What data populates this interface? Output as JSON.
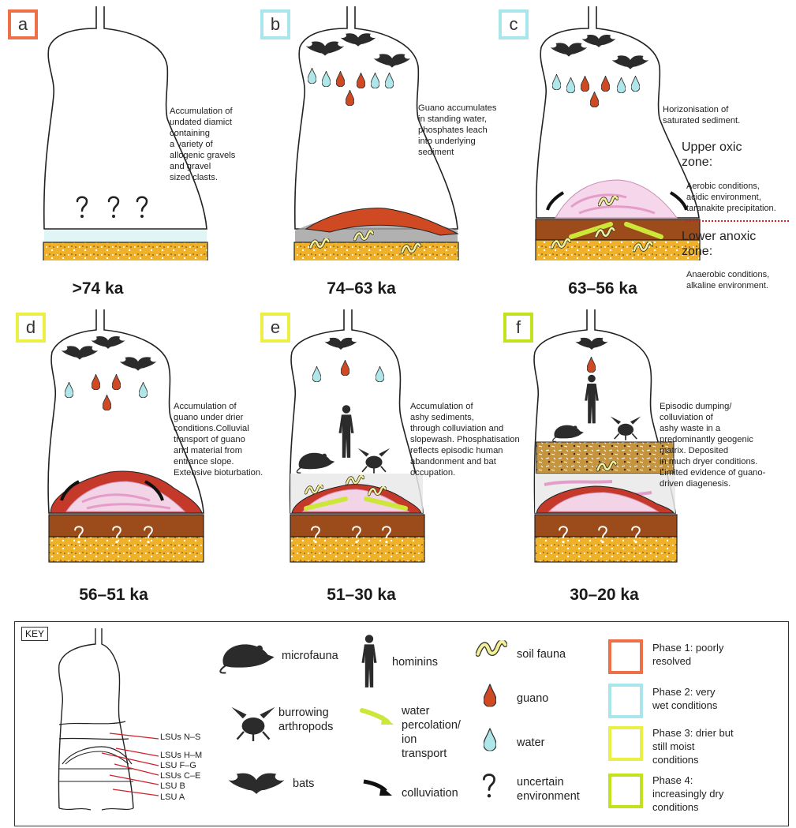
{
  "colors": {
    "phase1": "#ee7048",
    "phase2": "#a8e6ec",
    "phase3": "#ecef45",
    "phase4": "#c4e21b",
    "sediment_yellow": "#efb12a",
    "sediment_brown": "#9b4c1a",
    "guano_red": "#cf4a22",
    "water_blue": "#aee6ea",
    "soil_fauna": "#f4ef9a",
    "percolation": "#cde63a"
  },
  "panels": [
    {
      "letter": "a",
      "age": ">74 ka",
      "description": "Accumulation of\nundated diamict\ncontaining\na variety of\nallogenic gravels\nand gravel\nsized clasts."
    },
    {
      "letter": "b",
      "age": "74–63 ka",
      "description": "Guano accumulates\nin standing water,\nphosphates leach\ninto underlying\nsediment"
    },
    {
      "letter": "c",
      "age": "63–56 ka",
      "description": "Horizonisation of\nsaturated sediment."
    },
    {
      "letter": "d",
      "age": "56–51 ka",
      "description": "Accumulation of\nguano under drier\nconditions.Colluvial\ntransport of guano\nand material from\nentrance slope.\nExtensive bioturbation."
    },
    {
      "letter": "e",
      "age": "51–30 ka",
      "description": "Accumulation of\nashy sediments,\nthrough colluviation and\nslopewash. Phosphatisation\nreflects episodic human\nabandonment and bat\noccupation."
    },
    {
      "letter": "f",
      "age": "30–20 ka",
      "description": "Episodic dumping/\ncolluviation of\nashy waste in a\npredominantly geogenic\nmatrix. Deposited\nin much dryer conditions.\nLimited evidence of guano-\ndriven diagenesis."
    }
  ],
  "zones": {
    "upper_title": "Upper oxic\nzone:",
    "upper_text": "Aerobic conditions,\nacidic environment,\ntaranakite precipitation.",
    "lower_title": "Lower anoxic\nzone:",
    "lower_text": "Anaerobic conditions,\nalkaline environment."
  },
  "key": {
    "title": "KEY",
    "lsu_labels": [
      "LSUs N–S",
      "LSUs H–M",
      "LSU F–G",
      "LSUs C–E",
      "LSU B",
      "LSU A"
    ],
    "items": {
      "microfauna": "microfauna",
      "burrowing": "burrowing\narthropods",
      "bats": "bats",
      "hominins": "hominins",
      "percolation": "water\npercolation/\nion\ntransport",
      "colluviation": "colluviation",
      "soil_fauna": "soil fauna",
      "guano": "guano",
      "water": "water",
      "uncertain": "uncertain\nenvironment"
    },
    "phases": [
      {
        "label": "Phase 1: poorly\nresolved",
        "color": "#ee7048"
      },
      {
        "label": "Phase 2: very\nwet conditions",
        "color": "#a8e6ec"
      },
      {
        "label": "Phase 3: drier but\nstill moist\nconditions",
        "color": "#ecef45"
      },
      {
        "label": "Phase 4:\nincreasingly dry\nconditions",
        "color": "#c4e21b"
      }
    ]
  }
}
